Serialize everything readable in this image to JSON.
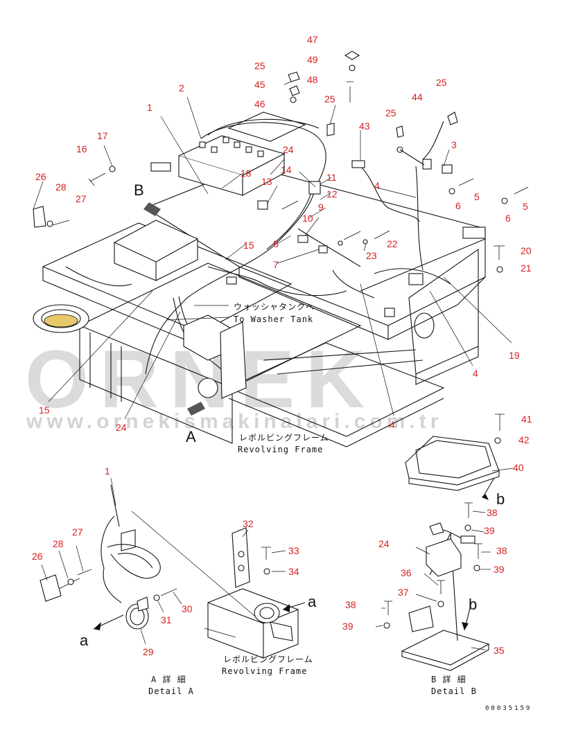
{
  "watermark": {
    "brand": "ORNEK",
    "url": "www.ornekismakinalari.com.tr"
  },
  "captions": {
    "washer_jp": "ウォッシャタンクへ",
    "washer_en": "To Washer Tank",
    "frame_jp": "レボルビングフレーム",
    "frame_en": "Revolving Frame",
    "frame2_jp": "レボルビングフレーム",
    "frame2_en": "Revolving Frame",
    "detail_a_jp": "A 詳 細",
    "detail_a_en": "Detail A",
    "detail_b_jp": "B 詳 細",
    "detail_b_en": "Detail B"
  },
  "view_letters": {
    "b_upper": "B",
    "a_upper": "A",
    "b_lower": "b",
    "a_lower": "a"
  },
  "drawing_code": "00035159",
  "callouts": {
    "c47": "47",
    "c49": "49",
    "c48": "48",
    "c25a": "25",
    "c45": "45",
    "c46": "46",
    "c25b": "25",
    "c2": "2",
    "c1": "1",
    "c17": "17",
    "c16": "16",
    "c24a": "24",
    "c18": "18",
    "c14": "14",
    "c13": "13",
    "c11": "11",
    "c12": "12",
    "c9": "9",
    "c10": "10",
    "c43": "43",
    "c25c": "25",
    "c44": "44",
    "c25d": "25",
    "c3": "3",
    "c4a": "4",
    "c5a": "5",
    "c6a": "6",
    "c5b": "5",
    "c6b": "6",
    "c26a": "26",
    "c28a": "28",
    "c27a": "27",
    "c15a": "15",
    "c8": "8",
    "c7": "7",
    "c22": "22",
    "c23": "23",
    "c20": "20",
    "c21": "21",
    "c19": "19",
    "c4b": "4",
    "c4c": "4",
    "c15b": "15",
    "c24b": "24",
    "c41": "41",
    "c42": "42",
    "c40": "40",
    "c1b": "1",
    "c26b": "26",
    "c28b": "28",
    "c27b": "27",
    "c29": "29",
    "c31": "31",
    "c30": "30",
    "c32": "32",
    "c33": "33",
    "c34": "34",
    "c38a": "38",
    "c39a": "39",
    "c24c": "24",
    "c38b": "38",
    "c39b": "39",
    "c36": "36",
    "c37": "37",
    "c38c": "38",
    "c39c": "39",
    "c35": "35"
  }
}
